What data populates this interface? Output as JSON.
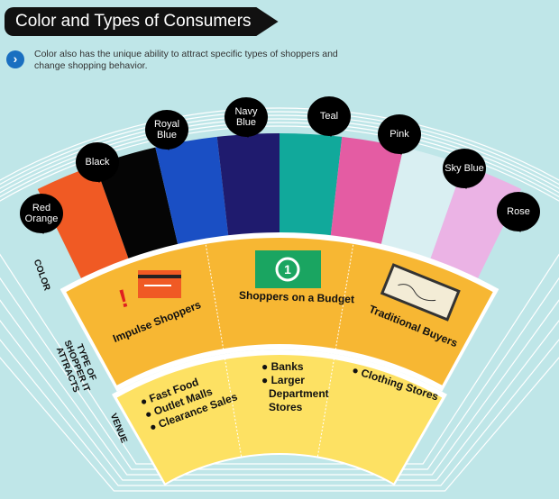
{
  "header": {
    "title": "Color and Types of Consumers",
    "intro": "Color also has the unique ability to attract specific types of shoppers and change shopping behavior.",
    "intro_icon": "chevron-right-icon"
  },
  "colors": [
    {
      "label": "Red Orange",
      "hex": "#f05a24"
    },
    {
      "label": "Black",
      "hex": "#050505"
    },
    {
      "label": "Royal Blue",
      "hex": "#1a4fc4"
    },
    {
      "label": "Navy Blue",
      "hex": "#1f1b6e"
    },
    {
      "label": "Teal",
      "hex": "#11a99b"
    },
    {
      "label": "Pink",
      "hex": "#e45ca3"
    },
    {
      "label": "Sky Blue",
      "hex": "#d9eff2"
    },
    {
      "label": "Rose",
      "hex": "#ebb3e5"
    }
  ],
  "row_labels": {
    "color": "COLOR",
    "type": "TYPE OF SHOPPER IT ATTRACTS",
    "venue": "VENUE"
  },
  "shopper_types": [
    {
      "label": "Impulse Shoppers",
      "icon": "credit-card-icon"
    },
    {
      "label": "Shoppers on a Budget",
      "icon": "dollar-bill-icon"
    },
    {
      "label": "Traditional Buyers",
      "icon": "check-icon"
    }
  ],
  "venues": [
    [
      "Fast Food",
      "Outlet Malls",
      "Clearance Sales"
    ],
    [
      "Banks",
      "Larger Department Stores"
    ],
    [
      "Clothing Stores"
    ]
  ],
  "band_colors": {
    "shopper": "#f7b733",
    "venue": "#fde163",
    "background": "#bfe6e8"
  }
}
